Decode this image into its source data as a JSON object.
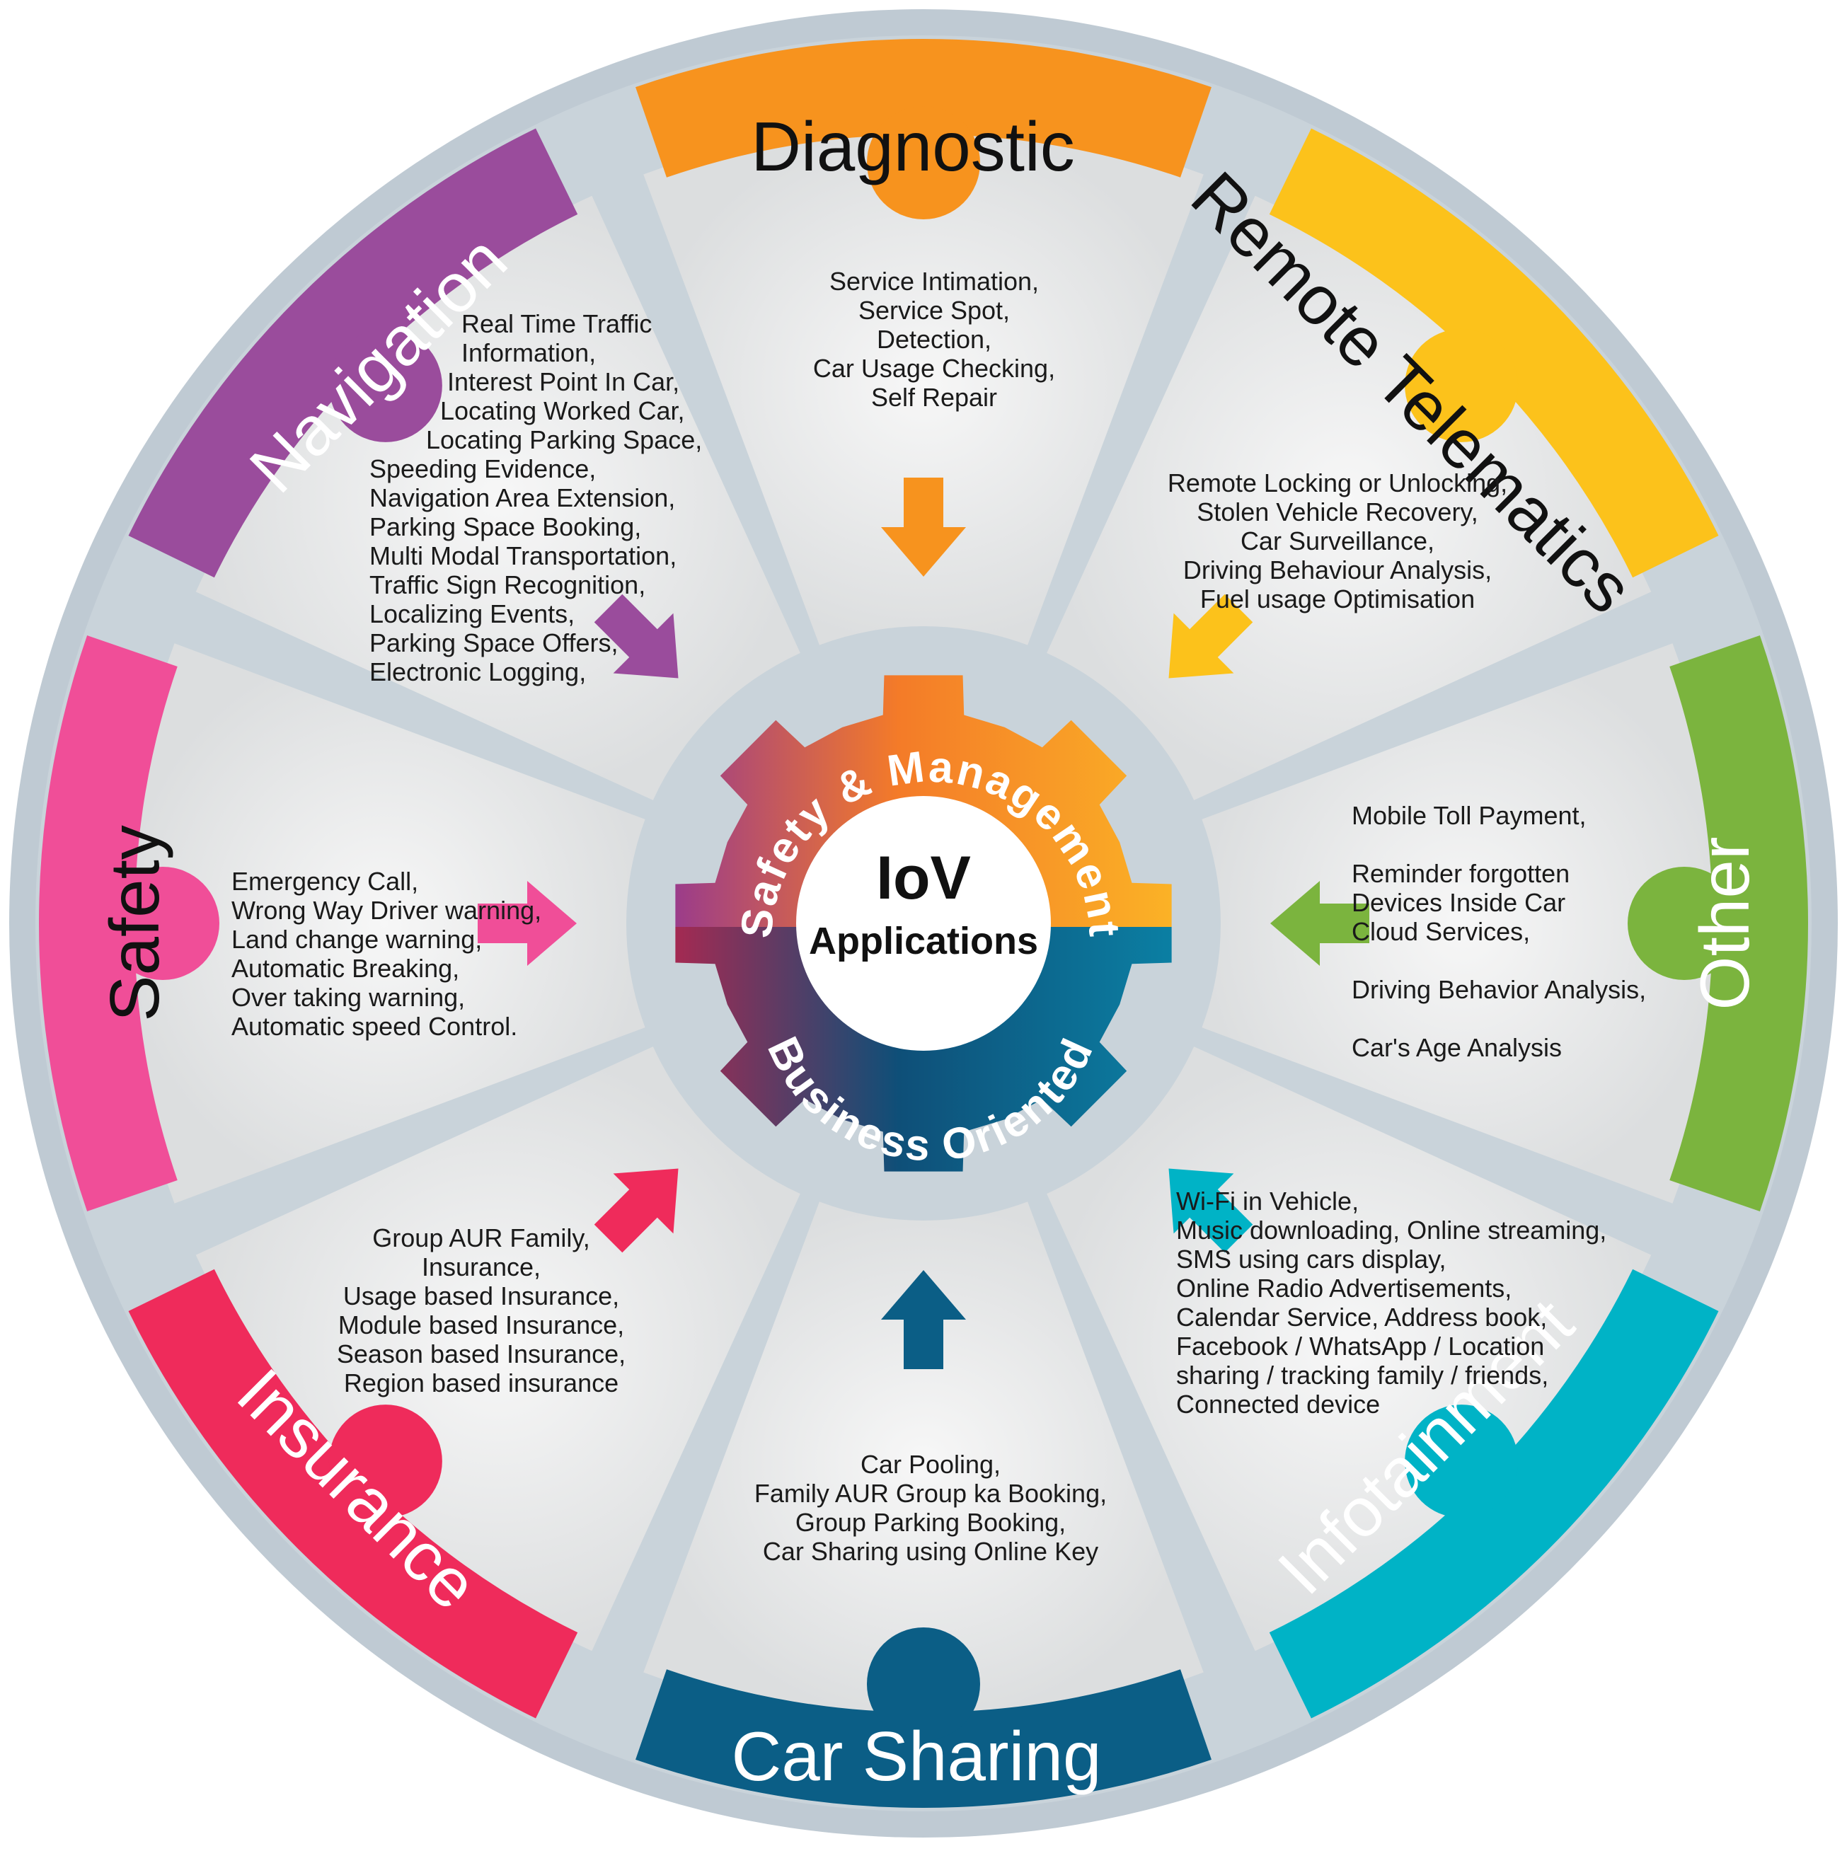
{
  "center": {
    "title": "IoV",
    "subtitle": "Applications",
    "top_arc": "Safety & Management",
    "bottom_arc": "Business Oriented"
  },
  "colors": {
    "rim": "#b7c4cf",
    "panel": "#e9eaeb",
    "diagnostic": "#f7931e",
    "remote_telematics": "#fcc21b",
    "other": "#7bb43e",
    "infotainment": "#00b3c6",
    "car_sharing": "#0b5e86",
    "insurance": "#ef2b5b",
    "safety": "#f04e98",
    "navigation": "#9a4c9c"
  },
  "segments": [
    {
      "key": "diagnostic",
      "title": "Diagnostic",
      "items": [
        "Service Intimation,",
        "Service Spot,",
        "Detection,",
        "Car Usage Checking,",
        "Self Repair"
      ]
    },
    {
      "key": "remote_telematics",
      "title": "Remote Telematics",
      "items": [
        "Remote Locking or Unlocking,",
        "Stolen Vehicle Recovery,",
        "Car Surveillance,",
        "Driving Behaviour Analysis,",
        "Fuel usage Optimisation"
      ]
    },
    {
      "key": "other",
      "title": "Other",
      "items": [
        "Mobile Toll Payment,",
        "",
        "Reminder forgotten",
        "Devices Inside Car",
        "Cloud Services,",
        "",
        "Driving Behavior Analysis,",
        "",
        "Car's Age Analysis"
      ]
    },
    {
      "key": "infotainment",
      "title": "Infotainment",
      "items": [
        "Wi-Fi in Vehicle,",
        "Music downloading, Online streaming,",
        "SMS using cars display,",
        "Online Radio Advertisements,",
        "Calendar Service, Address book,",
        "Facebook / WhatsApp / Location",
        "sharing / tracking family / friends,",
        "Connected device"
      ]
    },
    {
      "key": "car_sharing",
      "title": "Car Sharing",
      "items": [
        "Car Pooling,",
        "Family AUR Group ka Booking,",
        "Group Parking Booking,",
        "Car Sharing using Online Key"
      ]
    },
    {
      "key": "insurance",
      "title": "Insurance",
      "items": [
        "Group AUR Family,",
        "Insurance,",
        "Usage based Insurance,",
        "Module based Insurance,",
        "Season based Insurance,",
        "Region based insurance"
      ]
    },
    {
      "key": "safety",
      "title": "Safety",
      "items": [
        "Emergency Call,",
        "Wrong Way Driver warning,",
        "Land change warning,",
        "Automatic Breaking,",
        "Over taking warning,",
        "Automatic speed Control."
      ]
    },
    {
      "key": "navigation",
      "title": "Navigation",
      "items": [
        "Real Time Traffic",
        "Information,",
        "Interest Point In Car,",
        "Locating Worked Car,",
        "Locating Parking Space,",
        "Speeding Evidence,",
        "Navigation Area Extension,",
        "Parking Space Booking,",
        "Multi Modal Transportation,",
        "Traffic Sign Recognition,",
        "Localizing Events,",
        "Parking Space Offers,",
        "Electronic Logging,"
      ]
    }
  ]
}
